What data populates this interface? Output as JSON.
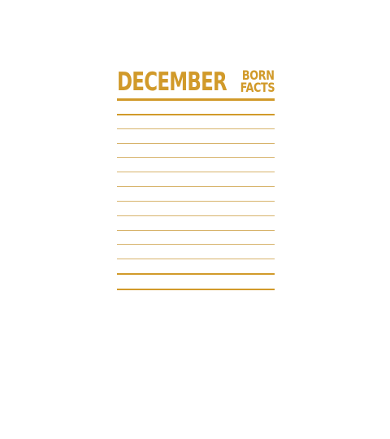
{
  "card": {
    "title_main": "DECEMBER",
    "title_side_1": "BORN",
    "title_side_2": "FACTS"
  },
  "colors": {
    "accent": "#d19a2a",
    "line_light": "#d7b36b"
  },
  "lines": {
    "count": 13
  }
}
